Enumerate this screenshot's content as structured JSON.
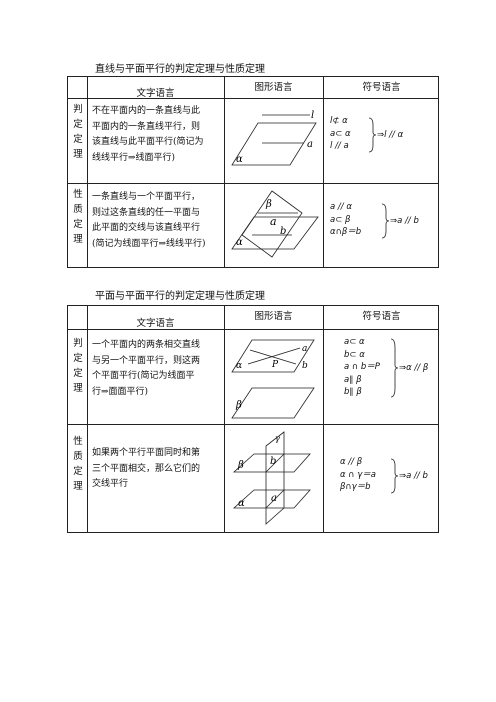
{
  "section1": {
    "title": "直线与平面平行的判定定理与性质定理",
    "headers": [
      "文字语言",
      "图形语言",
      "符号语言"
    ],
    "rows": [
      {
        "label": [
          "判",
          "定",
          "定",
          "理"
        ],
        "text": [
          "不在平面内的一条直线与此",
          "平面内的一条直线平行，则",
          "该直线与此平面平行(简记为",
          "线线平行⇒线面平行)"
        ],
        "symbols": [
          "l⊄ α",
          "a⊂ α",
          "l // a"
        ],
        "result": "⇒l // α",
        "figure": {
          "labels": [
            "l",
            "a",
            "α"
          ]
        }
      },
      {
        "label": [
          "性",
          "质",
          "定",
          "理"
        ],
        "text": [
          "一条直线与一个平面平行，",
          "则过这条直线的任一平面与",
          "此平面的交线与该直线平行",
          "(简记为线面平行⇒线线平行)"
        ],
        "symbols": [
          "a // α",
          "a⊂ β",
          "α∩β＝b"
        ],
        "result": "⇒a // b",
        "figure": {
          "labels": [
            "β",
            "a",
            "b",
            "α"
          ]
        }
      }
    ]
  },
  "section2": {
    "title": "平面与平面平行的判定定理与性质定理",
    "headers": [
      "文字语言",
      "图形语言",
      "符号语言"
    ],
    "rows": [
      {
        "label": [
          "判",
          "定",
          "定",
          "理"
        ],
        "text": [
          "一个平面内的两条相交直线",
          "与另一个平面平行，则这两",
          "个平面平行(简记为线面平",
          "行⇒面面平行)"
        ],
        "symbols": [
          "a⊂ α",
          "b⊂ α",
          "a ∩ b＝P",
          "a∥ β",
          "b∥ β"
        ],
        "result": "⇒α // β",
        "figure": {
          "labels": [
            "a",
            "α",
            "P",
            "b",
            "β"
          ]
        }
      },
      {
        "label": [
          "性",
          "质",
          "定",
          "理"
        ],
        "text": [
          "如果两个平行平面同时和第",
          "三个平面相交，那么它们的",
          "交线平行"
        ],
        "symbols": [
          "α // β",
          "α ∩ γ＝a",
          "β∩γ＝b"
        ],
        "result": "⇒a // b",
        "figure": {
          "labels": [
            "γ",
            "β",
            "b",
            "a",
            "α"
          ]
        }
      }
    ]
  }
}
